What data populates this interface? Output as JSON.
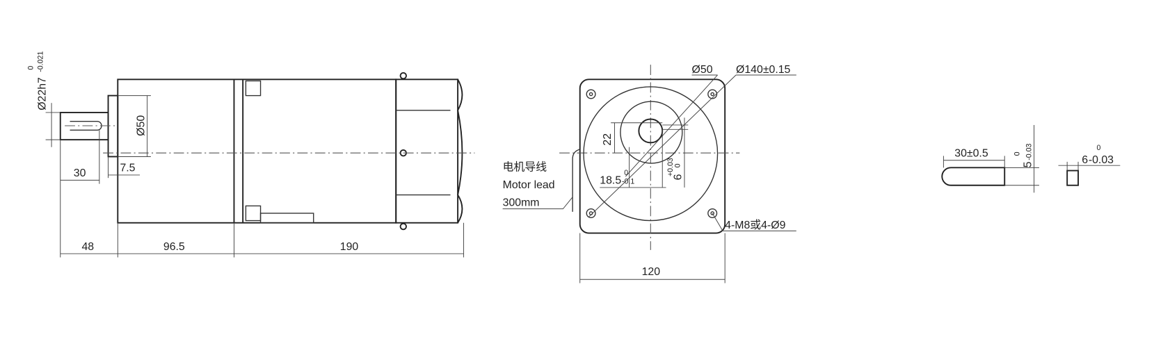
{
  "side_view": {
    "shaft_dia": "Ø22h7",
    "shaft_tol_upper": "0",
    "shaft_tol_lower": "-0.021",
    "pilot_dia": "Ø50",
    "shaft_length": "30",
    "pilot_depth": "7.5",
    "dim_shaft": "48",
    "dim_gearbox": "96.5",
    "dim_motor": "190"
  },
  "front_view": {
    "pilot_dia": "Ø50",
    "bolt_circle": "Ø140±0.15",
    "key_height": "22",
    "key_offset": "18.5",
    "key_offset_tol_upper": "0",
    "key_offset_tol_lower": "-0.1",
    "key_width": "6",
    "key_width_tol_upper": "+0.03",
    "key_width_tol_lower": "0",
    "holes": "4-M8或4-Ø9",
    "lead_cn": "电机导线",
    "lead_en": "Motor lead",
    "lead_len": "300mm",
    "width": "120"
  },
  "key_view": {
    "length": "30±0.5",
    "height": "5",
    "height_tol_upper": "0",
    "height_tol_lower": "-0.03",
    "width": "6",
    "width_tol_upper": "0",
    "width_tol_lower": "-0.03"
  }
}
